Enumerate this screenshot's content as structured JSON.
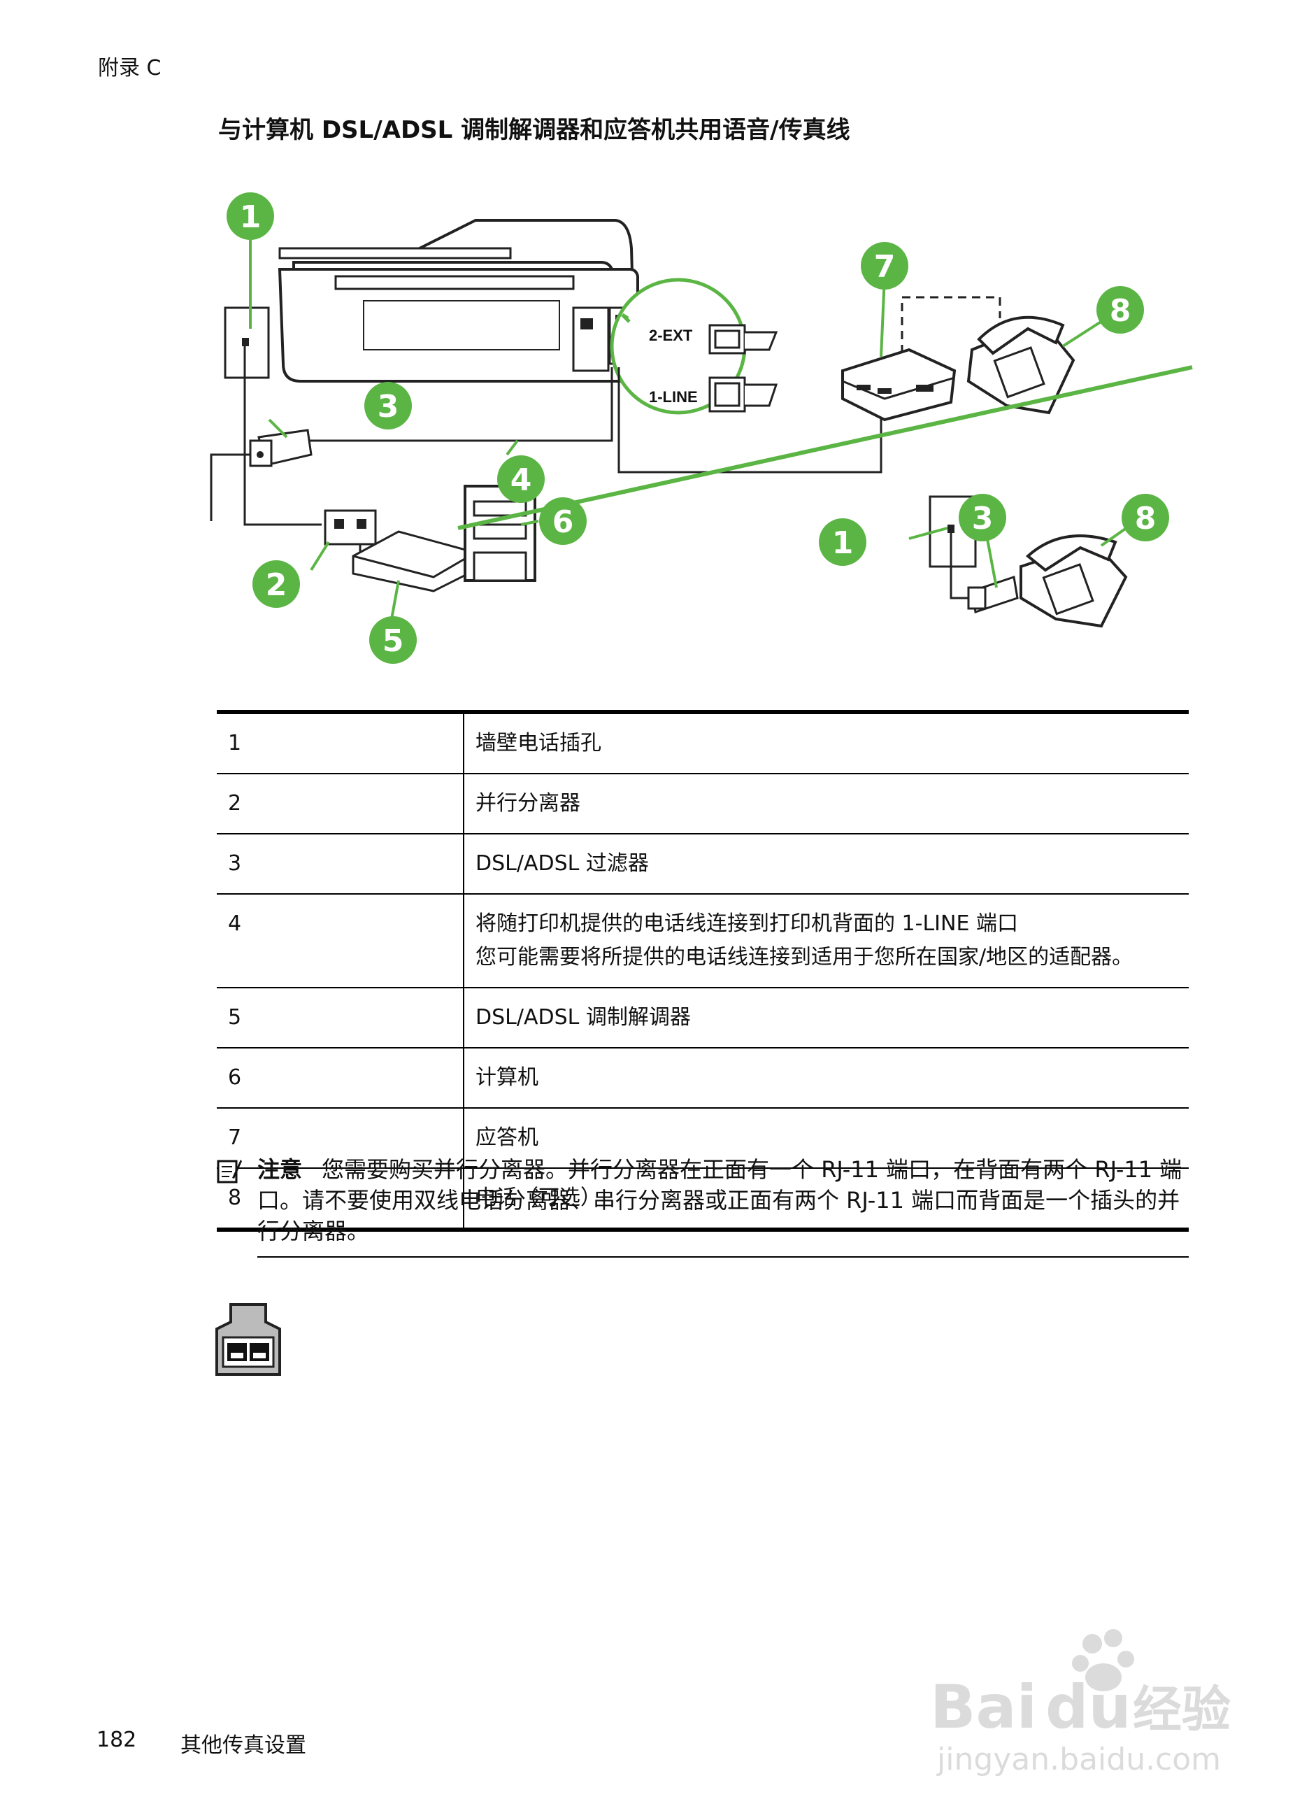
{
  "header": {
    "section": "附录 C"
  },
  "title": "与计算机 DSL/ADSL 调制解调器和应答机共用语音/传真线",
  "diagram": {
    "callouts": [
      "1",
      "2",
      "3",
      "4",
      "5",
      "6",
      "7",
      "8",
      "1",
      "3",
      "8"
    ],
    "port_labels": {
      "ext": "2-EXT",
      "line": "1-LINE"
    },
    "accent_color": "#5bb544"
  },
  "legend": [
    {
      "num": "1",
      "desc": [
        "墙壁电话插孔"
      ]
    },
    {
      "num": "2",
      "desc": [
        "并行分离器"
      ]
    },
    {
      "num": "3",
      "desc": [
        "DSL/ADSL 过滤器"
      ]
    },
    {
      "num": "4",
      "desc": [
        "将随打印机提供的电话线连接到打印机背面的 1-LINE 端口",
        "您可能需要将所提供的电话线连接到适用于您所在国家/地区的适配器。"
      ]
    },
    {
      "num": "5",
      "desc": [
        "DSL/ADSL 调制解调器"
      ]
    },
    {
      "num": "6",
      "desc": [
        "计算机"
      ]
    },
    {
      "num": "7",
      "desc": [
        "应答机"
      ]
    },
    {
      "num": "8",
      "desc": [
        "电话（可选）"
      ]
    }
  ],
  "note": {
    "label": "注意",
    "text": "您需要购买并行分离器。并行分离器在正面有一个 RJ-11 端口，在背面有两个 RJ-11 端口。请不要使用双线电话分离器、串行分离器或正面有两个 RJ-11 端口而背面是一个插头的并行分离器。"
  },
  "footer": {
    "page_number": "182",
    "chapter": "其他传真设置"
  },
  "watermark": {
    "text_main": "Bai",
    "text_du": "du",
    "text_cn": "经验",
    "url": "jingyan.baidu.com"
  }
}
